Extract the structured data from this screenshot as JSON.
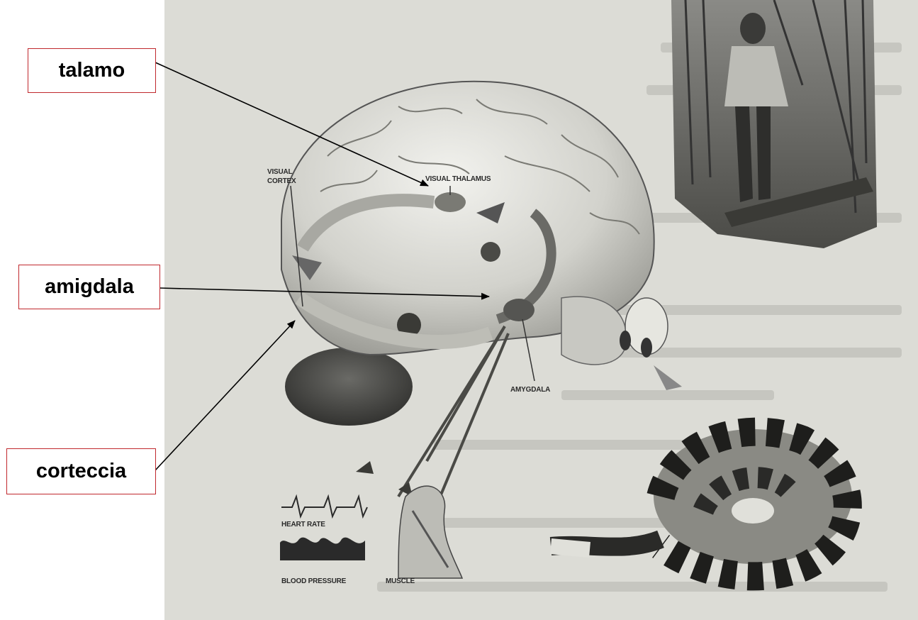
{
  "callouts": {
    "thalamus": "talamo",
    "amygdala": "amigdala",
    "cortex": "corteccia"
  },
  "figure_labels": {
    "visual_cortex_line1": "VISUAL",
    "visual_cortex_line2": "CORTEX",
    "visual_thalamus": "VISUAL THALAMUS",
    "amygdala": "AMYGDALA",
    "heart_rate": "HEART RATE",
    "blood_pressure": "BLOOD PRESSURE",
    "muscle": "MUSCLE"
  },
  "colors": {
    "callout_border": "#c0282d",
    "paper": "#dcdcd6",
    "ink": "#2a2a2a"
  }
}
